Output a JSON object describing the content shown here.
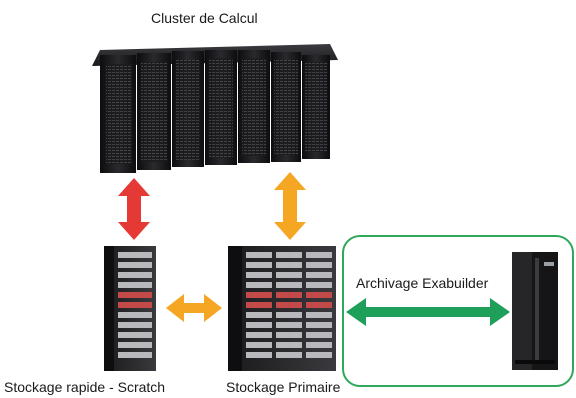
{
  "labels": {
    "cluster": "Cluster de Calcul",
    "scratch": "Stockage rapide - Scratch",
    "primary": "Stockage Primaire",
    "archive": "Archivage Exabuilder"
  },
  "colors": {
    "arrow_red": "#e53935",
    "arrow_orange": "#f5a623",
    "arrow_green": "#1fa05a",
    "archive_border": "#2fa85a",
    "server_dark": "#1c1c1e",
    "storage_accent": "#c44a4a"
  },
  "icons": {
    "cluster": "server-rack-cluster-icon",
    "scratch": "storage-rack-icon",
    "primary": "storage-array-icon",
    "archive": "tape-library-icon"
  }
}
